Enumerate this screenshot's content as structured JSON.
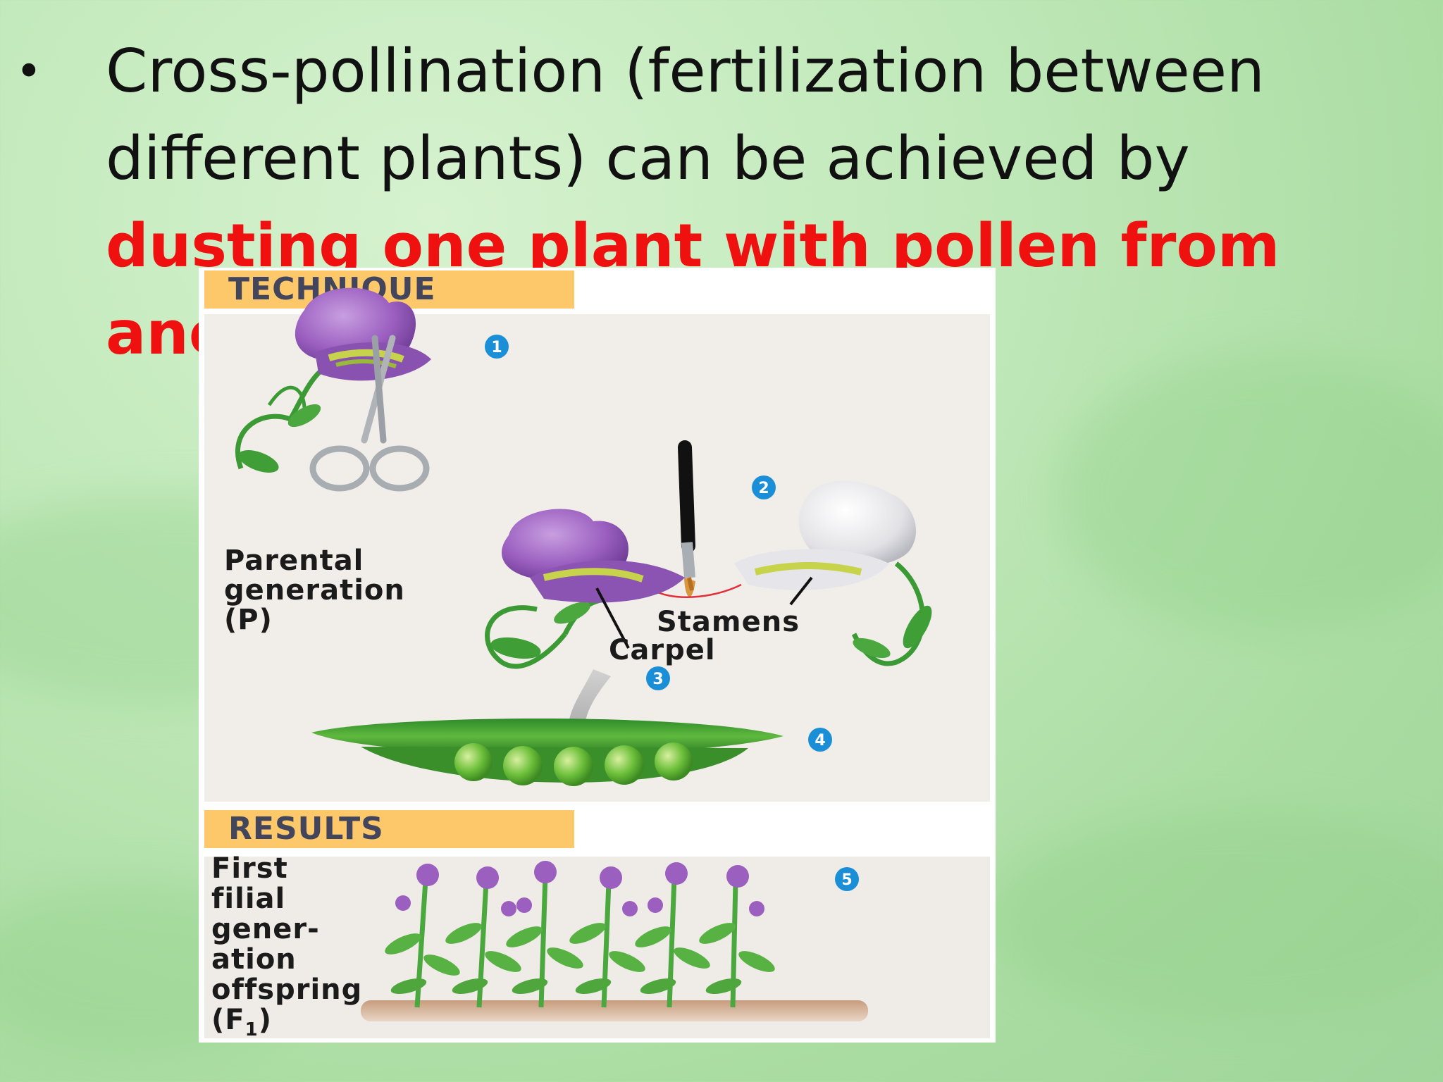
{
  "slide": {
    "bullet": "•",
    "text_before": "Cross-pollination (fertilization between different plants) can be achieved by ",
    "highlight": "dusting one plant with pollen from another",
    "text_after": "."
  },
  "figure": {
    "technique_label": "TECHNIQUE",
    "results_label": "RESULTS",
    "parental_label": "Parental\ngeneration\n(P)",
    "stamens_label": "Stamens",
    "carpel_label": "Carpel",
    "offspring_label": "First\nfilial\ngener-\nation\noffspring\n(F",
    "offspring_sub": "1",
    "offspring_end": ")",
    "steps": [
      "1",
      "2",
      "3",
      "4",
      "5"
    ]
  },
  "colors": {
    "highlight": "#ef1010",
    "label_bar": "#fcc86a",
    "label_text": "#43455c",
    "step_badge": "#1a8fd8",
    "flower_purple": "#9b5fc0",
    "pea_green": "#5bb43a"
  }
}
